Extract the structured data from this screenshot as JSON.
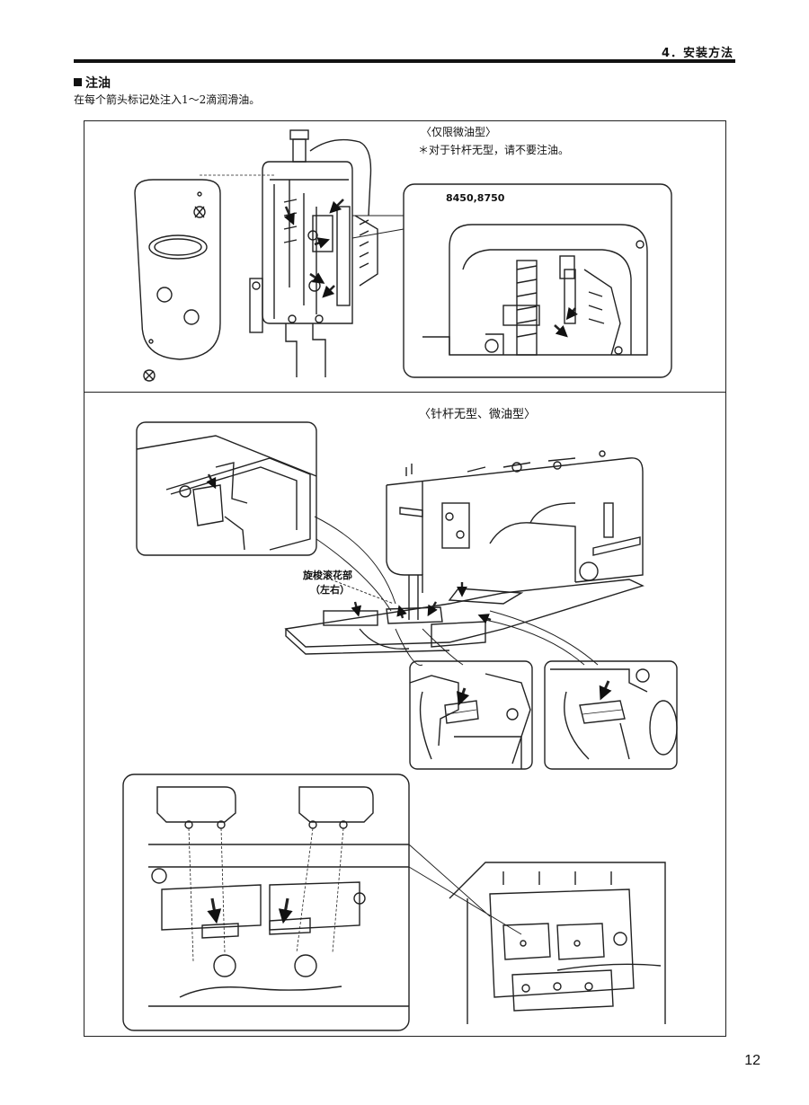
{
  "header": {
    "chapter": "4．安装方法"
  },
  "section": {
    "title": "注油",
    "instruction": "在每个箭头标记处注入1～2滴润滑油。"
  },
  "top_panel": {
    "heading": "〈仅限微油型〉",
    "note": "＊对于针杆无型，请不要注油。",
    "inset_label": "8450,8750"
  },
  "bottom_panel": {
    "heading": "〈针杆无型、微油型〉",
    "callout_line1": "旋梭滚花部",
    "callout_line2": "（左右）"
  },
  "page_number": "12"
}
